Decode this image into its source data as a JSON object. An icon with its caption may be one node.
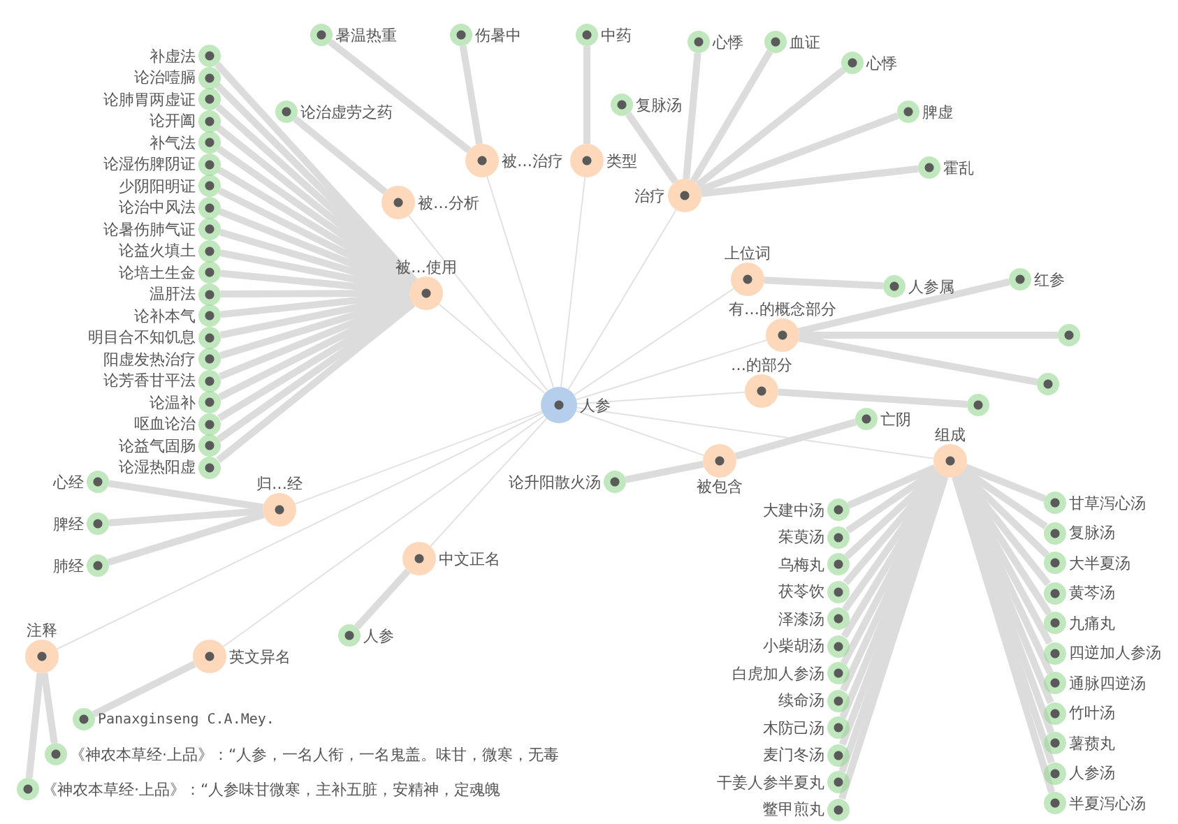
{
  "diagram": {
    "nodes": [
      {
        "text": [
          "人参"
        ]
      },
      {
        "text": [
          "被…使用"
        ]
      },
      {
        "text": [
          "被…治疗"
        ]
      },
      {
        "text": [
          "类型"
        ]
      },
      {
        "text": [
          "被…分析"
        ]
      },
      {
        "text": [
          "治疗"
        ]
      },
      {
        "text": [
          "上位词"
        ]
      },
      {
        "text": [
          "有…的概念部分"
        ]
      },
      {
        "text": [
          "…的部分"
        ]
      },
      {
        "text": [
          "被包含"
        ]
      },
      {
        "text": [
          "归…经"
        ]
      },
      {
        "text": [
          "中文正名"
        ]
      },
      {
        "text": [
          "英文异名"
        ]
      },
      {
        "text": [
          "注释"
        ]
      },
      {
        "text": [
          "组成"
        ]
      },
      {
        "text": [
          "补虚法"
        ]
      },
      {
        "text": [
          "论治噎膈"
        ]
      },
      {
        "text": [
          "论肺胃两虚证"
        ]
      },
      {
        "text": [
          "论开阖"
        ]
      },
      {
        "text": [
          "补气法"
        ]
      },
      {
        "text": [
          "论湿伤脾阴证"
        ]
      },
      {
        "text": [
          "少阴阳明证"
        ]
      },
      {
        "text": [
          "论治中风法"
        ]
      },
      {
        "text": [
          "论暑伤肺气证"
        ]
      },
      {
        "text": [
          "论益火填土"
        ]
      },
      {
        "text": [
          "论培土生金"
        ]
      },
      {
        "text": [
          "温肝法"
        ]
      },
      {
        "text": [
          "论补本气"
        ]
      },
      {
        "text": [
          "明目合不知饥息"
        ]
      },
      {
        "text": [
          "阳虚发热治疗"
        ]
      },
      {
        "text": [
          "论芳香甘平法"
        ]
      },
      {
        "text": [
          "论温补"
        ]
      },
      {
        "text": [
          "呕血论治"
        ]
      },
      {
        "text": [
          "论益气固肠"
        ]
      },
      {
        "text": [
          "论湿热阳虚"
        ]
      },
      {
        "text": [
          "暑温热重"
        ]
      },
      {
        "text": [
          "伤暑中"
        ]
      },
      {
        "text": [
          "论治虚劳之药"
        ]
      },
      {
        "text": [
          "中药"
        ]
      },
      {
        "text": [
          "复脉汤"
        ]
      },
      {
        "text": [
          "心悸"
        ]
      },
      {
        "text": [
          "血证"
        ]
      },
      {
        "text": [
          "心悸"
        ]
      },
      {
        "text": [
          "脾虚"
        ]
      },
      {
        "text": [
          "霍乱"
        ]
      },
      {
        "text": [
          "人参属"
        ]
      },
      {
        "text": [
          "红参"
        ]
      },
      {
        "text": [],
        "shape": "circle"
      },
      {
        "text": [],
        "shape": "circle"
      },
      {
        "text": [],
        "shape": "circle"
      },
      {
        "text": [
          "论升阳散火汤"
        ]
      },
      {
        "text": [
          "亡阴"
        ]
      },
      {
        "text": [
          "心经"
        ]
      },
      {
        "text": [
          "脾经"
        ]
      },
      {
        "text": [
          "肺经"
        ]
      },
      {
        "text": [
          "人参"
        ]
      },
      {
        "text": [
          "Panaxginseng C.A.Mey."
        ]
      },
      {
        "text": [
          "《神农本草经·上品》：“人参，一名人衔，一名鬼盖。味甘，微寒，无毒"
        ]
      },
      {
        "text": [
          "《神农本草经·上品》：“人参味甘微寒，主补五脏，安精神，定魂魄"
        ]
      },
      {
        "text": [
          "大建中汤"
        ]
      },
      {
        "text": [
          "茱萸汤"
        ]
      },
      {
        "text": [
          "乌梅丸"
        ]
      },
      {
        "text": [
          "茯苓饮"
        ]
      },
      {
        "text": [
          "泽漆汤"
        ]
      },
      {
        "text": [
          "小柴胡汤"
        ]
      },
      {
        "text": [
          "白虎加人参汤"
        ]
      },
      {
        "text": [
          "续命汤"
        ]
      },
      {
        "text": [
          "木防己汤"
        ]
      },
      {
        "text": [
          "麦门冬汤"
        ]
      },
      {
        "text": [
          "干姜人参半夏丸"
        ]
      },
      {
        "text": [
          "鳖甲煎丸"
        ]
      },
      {
        "text": [
          "甘草泻心汤"
        ]
      },
      {
        "text": [
          "复脉汤"
        ]
      },
      {
        "text": [
          "大半夏汤"
        ]
      },
      {
        "text": [
          "黄芩汤"
        ]
      },
      {
        "text": [
          "九痛丸"
        ]
      },
      {
        "text": [
          "四逆加人参汤"
        ]
      },
      {
        "text": [
          "通脉四逆汤"
        ]
      },
      {
        "text": [
          "竹叶汤"
        ]
      },
      {
        "text": [
          "薯蓣丸"
        ]
      },
      {
        "text": [
          "人参汤"
        ]
      },
      {
        "text": [
          "半夏泻心汤"
        ]
      }
    ],
    "edges": [
      {
        "from": 0,
        "to": 1,
        "arrow": "none"
      },
      {
        "from": 0,
        "to": 2,
        "arrow": "none"
      },
      {
        "from": 0,
        "to": 3,
        "arrow": "none"
      },
      {
        "from": 0,
        "to": 4,
        "arrow": "none"
      },
      {
        "from": 0,
        "to": 5,
        "arrow": "none"
      },
      {
        "from": 0,
        "to": 6,
        "arrow": "none"
      },
      {
        "from": 0,
        "to": 7,
        "arrow": "none"
      },
      {
        "from": 0,
        "to": 8,
        "arrow": "none"
      },
      {
        "from": 0,
        "to": 9,
        "arrow": "none"
      },
      {
        "from": 0,
        "to": 10,
        "arrow": "none"
      },
      {
        "from": 0,
        "to": 11,
        "arrow": "none"
      },
      {
        "from": 0,
        "to": 12,
        "arrow": "none"
      },
      {
        "from": 0,
        "to": 13,
        "arrow": "none"
      },
      {
        "from": 0,
        "to": 14,
        "arrow": "none"
      },
      {
        "from": 1,
        "to": 15,
        "arrow": "none"
      },
      {
        "from": 1,
        "to": 16,
        "arrow": "none"
      },
      {
        "from": 1,
        "to": 17,
        "arrow": "none"
      },
      {
        "from": 1,
        "to": 18,
        "arrow": "none"
      },
      {
        "from": 1,
        "to": 19,
        "arrow": "none"
      },
      {
        "from": 1,
        "to": 20,
        "arrow": "none"
      },
      {
        "from": 1,
        "to": 21,
        "arrow": "none"
      },
      {
        "from": 1,
        "to": 22,
        "arrow": "none"
      },
      {
        "from": 1,
        "to": 23,
        "arrow": "none"
      },
      {
        "from": 1,
        "to": 24,
        "arrow": "none"
      },
      {
        "from": 1,
        "to": 25,
        "arrow": "none"
      },
      {
        "from": 1,
        "to": 26,
        "arrow": "none"
      },
      {
        "from": 1,
        "to": 27,
        "arrow": "none"
      },
      {
        "from": 1,
        "to": 28,
        "arrow": "none"
      },
      {
        "from": 1,
        "to": 29,
        "arrow": "none"
      },
      {
        "from": 1,
        "to": 30,
        "arrow": "none"
      },
      {
        "from": 1,
        "to": 31,
        "arrow": "none"
      },
      {
        "from": 1,
        "to": 32,
        "arrow": "none"
      },
      {
        "from": 1,
        "to": 33,
        "arrow": "none"
      },
      {
        "from": 1,
        "to": 34,
        "arrow": "none"
      },
      {
        "from": 2,
        "to": 35,
        "arrow": "none"
      },
      {
        "from": 2,
        "to": 36,
        "arrow": "none"
      },
      {
        "from": 4,
        "to": 37,
        "arrow": "none"
      },
      {
        "from": 3,
        "to": 38,
        "arrow": "none"
      },
      {
        "from": 5,
        "to": 39,
        "arrow": "none"
      },
      {
        "from": 5,
        "to": 40,
        "arrow": "none"
      },
      {
        "from": 5,
        "to": 41,
        "arrow": "none"
      },
      {
        "from": 5,
        "to": 42,
        "arrow": "none"
      },
      {
        "from": 5,
        "to": 43,
        "arrow": "none"
      },
      {
        "from": 5,
        "to": 44,
        "arrow": "none"
      },
      {
        "from": 6,
        "to": 45,
        "arrow": "none"
      },
      {
        "from": 7,
        "to": 46,
        "arrow": "none"
      },
      {
        "from": 7,
        "to": 47,
        "arrow": "none"
      },
      {
        "from": 7,
        "to": 48,
        "arrow": "none"
      },
      {
        "from": 8,
        "to": 49,
        "arrow": "none"
      },
      {
        "from": 9,
        "to": 50,
        "arrow": "none"
      },
      {
        "from": 9,
        "to": 51,
        "arrow": "none"
      },
      {
        "from": 10,
        "to": 52,
        "arrow": "none"
      },
      {
        "from": 10,
        "to": 53,
        "arrow": "none"
      },
      {
        "from": 10,
        "to": 54,
        "arrow": "none"
      },
      {
        "from": 11,
        "to": 55,
        "arrow": "none"
      },
      {
        "from": 12,
        "to": 56,
        "arrow": "none"
      },
      {
        "from": 13,
        "to": 57,
        "arrow": "none"
      },
      {
        "from": 13,
        "to": 58,
        "arrow": "none"
      },
      {
        "from": 14,
        "to": 59,
        "arrow": "none"
      },
      {
        "from": 14,
        "to": 60,
        "arrow": "none"
      },
      {
        "from": 14,
        "to": 61,
        "arrow": "none"
      },
      {
        "from": 14,
        "to": 62,
        "arrow": "none"
      },
      {
        "from": 14,
        "to": 63,
        "arrow": "none"
      },
      {
        "from": 14,
        "to": 64,
        "arrow": "none"
      },
      {
        "from": 14,
        "to": 65,
        "arrow": "none"
      },
      {
        "from": 14,
        "to": 66,
        "arrow": "none"
      },
      {
        "from": 14,
        "to": 67,
        "arrow": "none"
      },
      {
        "from": 14,
        "to": 68,
        "arrow": "none"
      },
      {
        "from": 14,
        "to": 69,
        "arrow": "none"
      },
      {
        "from": 14,
        "to": 70,
        "arrow": "none"
      },
      {
        "from": 14,
        "to": 71,
        "arrow": "none"
      },
      {
        "from": 14,
        "to": 72,
        "arrow": "none"
      },
      {
        "from": 14,
        "to": 73,
        "arrow": "none"
      },
      {
        "from": 14,
        "to": 74,
        "arrow": "none"
      },
      {
        "from": 14,
        "to": 75,
        "arrow": "none"
      },
      {
        "from": 14,
        "to": 76,
        "arrow": "none"
      },
      {
        "from": 14,
        "to": 77,
        "arrow": "none"
      },
      {
        "from": 14,
        "to": 78,
        "arrow": "none"
      },
      {
        "from": 14,
        "to": 79,
        "arrow": "none"
      },
      {
        "from": 14,
        "to": 80,
        "arrow": "none"
      },
      {
        "from": 14,
        "to": 81,
        "arrow": "none"
      }
    ]
  }
}
